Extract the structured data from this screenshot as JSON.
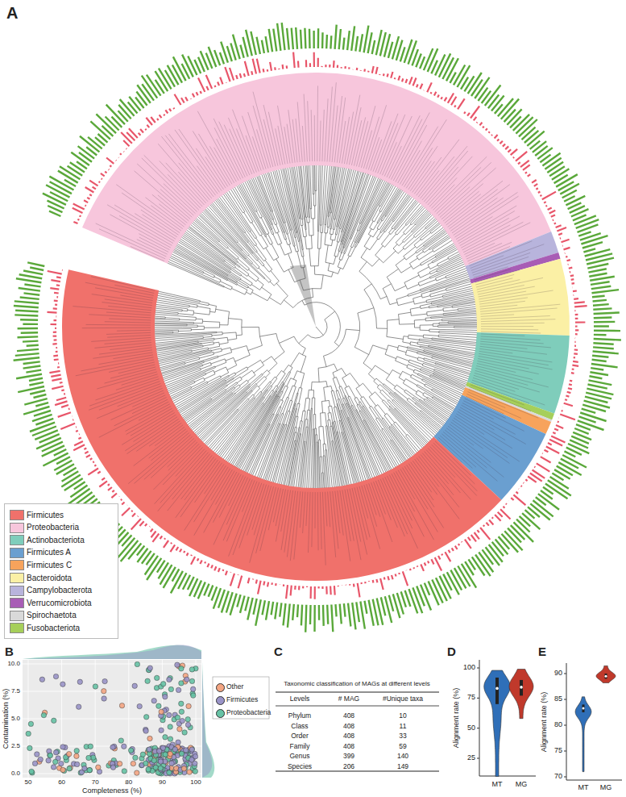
{
  "diagram": {
    "labels": [
      "A",
      "B",
      "C",
      "D",
      "E",
      "10.0",
      "7.5",
      "5.0",
      "2.5",
      "0.0",
      "50",
      "60",
      "70",
      "80",
      "90",
      "100",
      "Completeness (%)",
      "Contamination (%)",
      "Taxonomic classification of MAGs at different levels",
      "Levels",
      "# MAG",
      "#Unique taxa",
      "Phylum",
      "408",
      "10",
      "Class",
      "408",
      "11",
      "Order",
      "408",
      "33",
      "Family",
      "408",
      "59",
      "Genus",
      "399",
      "140",
      "Species",
      "206",
      "149",
      "100",
      "75",
      "50",
      "25",
      "Alignment rate (%)",
      "MT",
      "MG",
      "90",
      "85",
      "80",
      "75",
      "70",
      "Alignment rate (%)",
      "MT",
      "MG"
    ],
    "legend": [
      {
        "text": "Firmicutes",
        "color": "#f0716b"
      },
      {
        "text": "Proteobacteria",
        "color": "#f7c6dc"
      },
      {
        "text": "Actinobacteriota",
        "color": "#7fcdbb"
      },
      {
        "text": "Firmicutes A",
        "color": "#6a9fd0"
      },
      {
        "text": "Firmicutes C",
        "color": "#f7a35c"
      },
      {
        "text": "Bacteroidota",
        "color": "#fbf0a5"
      },
      {
        "text": "Campylobacterota",
        "color": "#b8b4dc"
      },
      {
        "text": "Verrucomicrobiota",
        "color": "#a85db5"
      },
      {
        "text": "Spirochaetota",
        "color": "#d9d9d9"
      },
      {
        "text": "Fusobacteriota",
        "color": "#a6cf5a"
      },
      {
        "text": "Other",
        "color": "#f4a582"
      },
      {
        "text": "Firmicutes",
        "color": "#9a94c8"
      },
      {
        "text": "Proteobacteria",
        "color": "#66c2a5"
      }
    ]
  }
}
